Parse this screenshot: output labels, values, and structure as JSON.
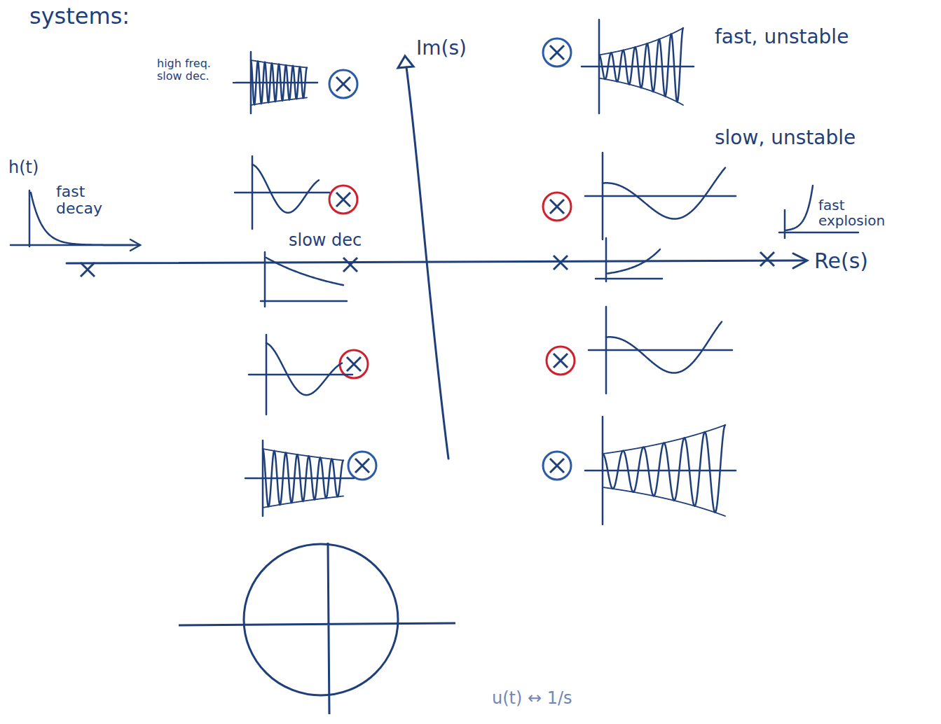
{
  "diagram": {
    "labels": [
      "systems:",
      "high freq. slow dec.",
      "Im(s)",
      "fast, unstable",
      "h(t)",
      "fast decay",
      "slow dec",
      "slow, unstable",
      "fast explosion",
      "Re(s)",
      "u(t) ↔ 1/s"
    ]
  }
}
